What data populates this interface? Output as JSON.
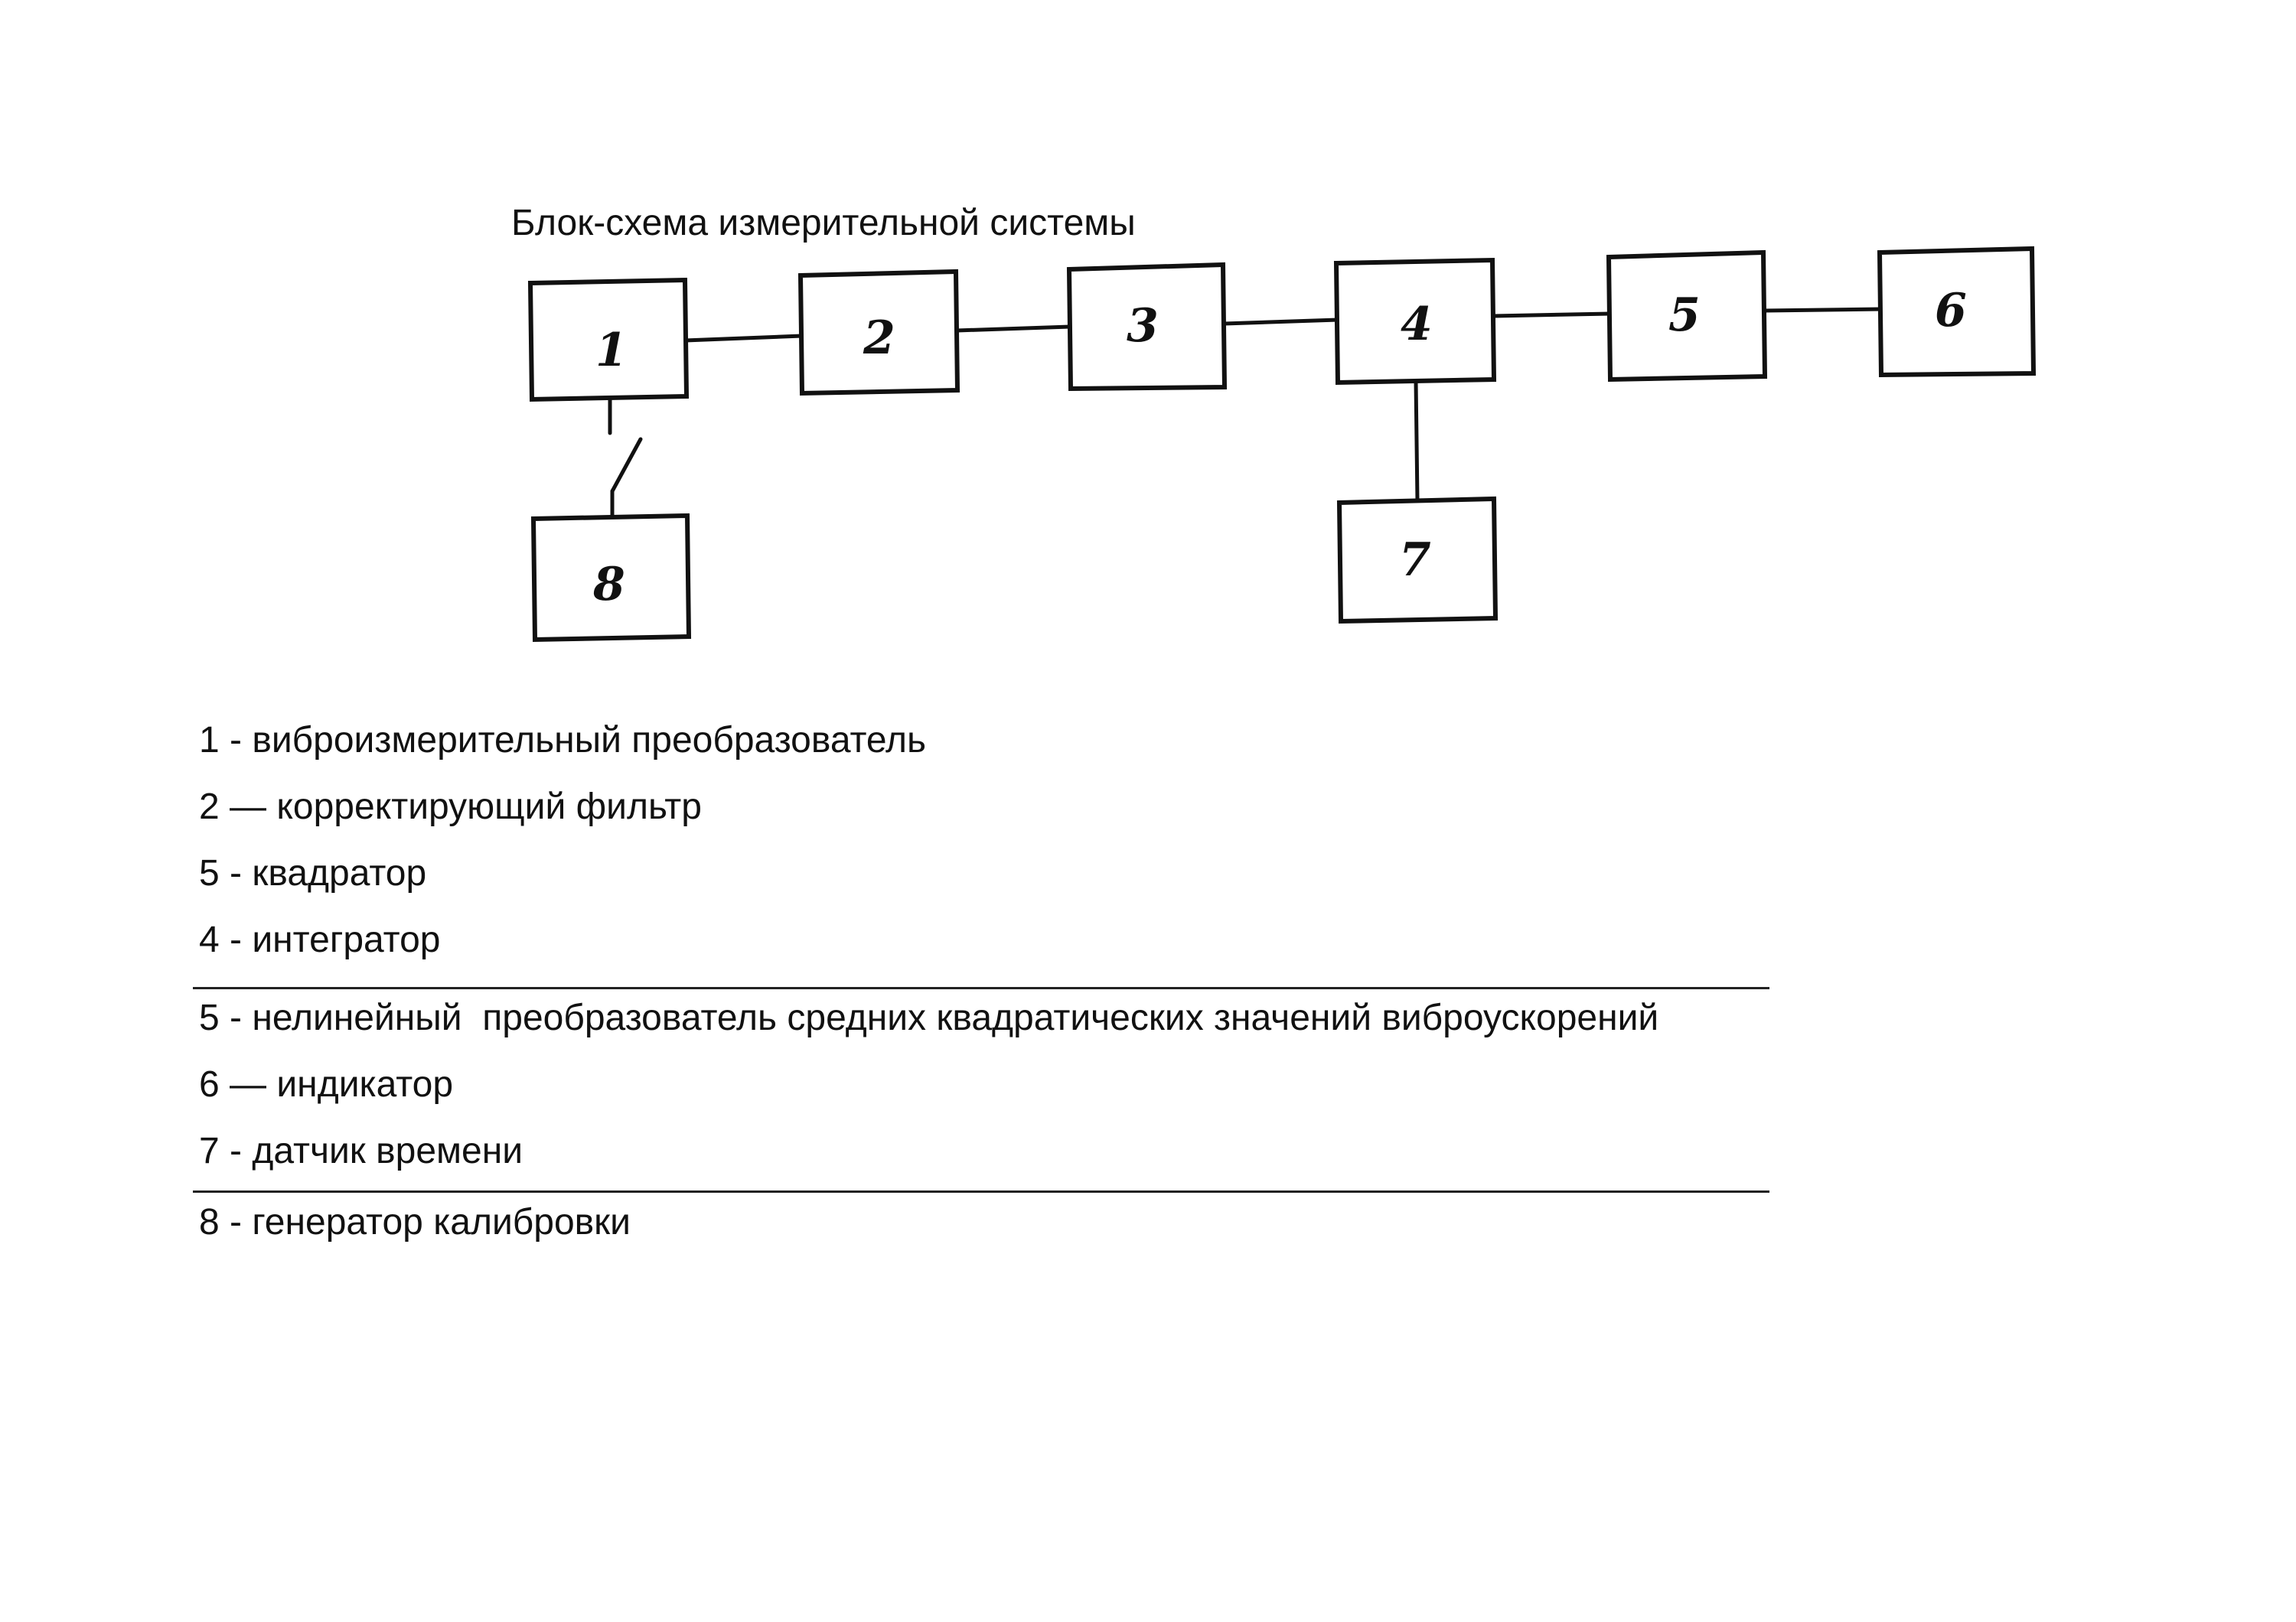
{
  "diagram": {
    "title": "Блок-схема измерительной системы",
    "blocks": [
      {
        "id": "1",
        "label": "1"
      },
      {
        "id": "2",
        "label": "2"
      },
      {
        "id": "3",
        "label": "3"
      },
      {
        "id": "4",
        "label": "4"
      },
      {
        "id": "5",
        "label": "5"
      },
      {
        "id": "6",
        "label": "6"
      },
      {
        "id": "7",
        "label": "7"
      },
      {
        "id": "8",
        "label": "8"
      }
    ],
    "connections": [
      {
        "from": "1",
        "to": "2"
      },
      {
        "from": "2",
        "to": "3"
      },
      {
        "from": "3",
        "to": "4"
      },
      {
        "from": "4",
        "to": "5"
      },
      {
        "from": "5",
        "to": "6"
      },
      {
        "from": "4",
        "to": "7"
      },
      {
        "from": "1",
        "to": "8",
        "via": "switch"
      }
    ]
  },
  "legend": [
    {
      "text": "1 - виброизмерительный преобразователь"
    },
    {
      "text": "2 — корректирующий фильтр"
    },
    {
      "text": "5 - квадратор"
    },
    {
      "text": "4 - интегратор"
    },
    {
      "text": "5 - нелинейный  преобразователь средних квадратических значений виброускорений"
    },
    {
      "text": "6 — индикатор"
    },
    {
      "text": "7 - датчик времени"
    },
    {
      "text": "8 - генератор калибровки"
    }
  ]
}
